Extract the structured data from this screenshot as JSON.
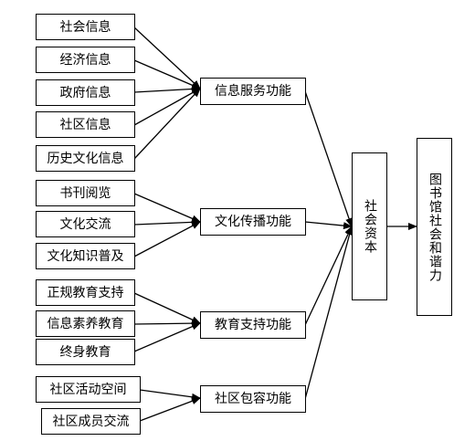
{
  "sources": {
    "info": [
      "社会信息",
      "经济信息",
      "政府信息",
      "社区信息",
      "历史文化信息"
    ],
    "culture": [
      "书刊阅览",
      "文化交流",
      "文化知识普及"
    ],
    "education": [
      "正规教育支持",
      "信息素养教育",
      "终身教育"
    ],
    "community": [
      "社区活动空间",
      "社区成员交流"
    ]
  },
  "functions": {
    "info": "信息服务功能",
    "culture": "文化传播功能",
    "education": "教育支持功能",
    "community": "社区包容功能"
  },
  "capital": "社会资本",
  "outcome": "图书馆社会和谐力"
}
